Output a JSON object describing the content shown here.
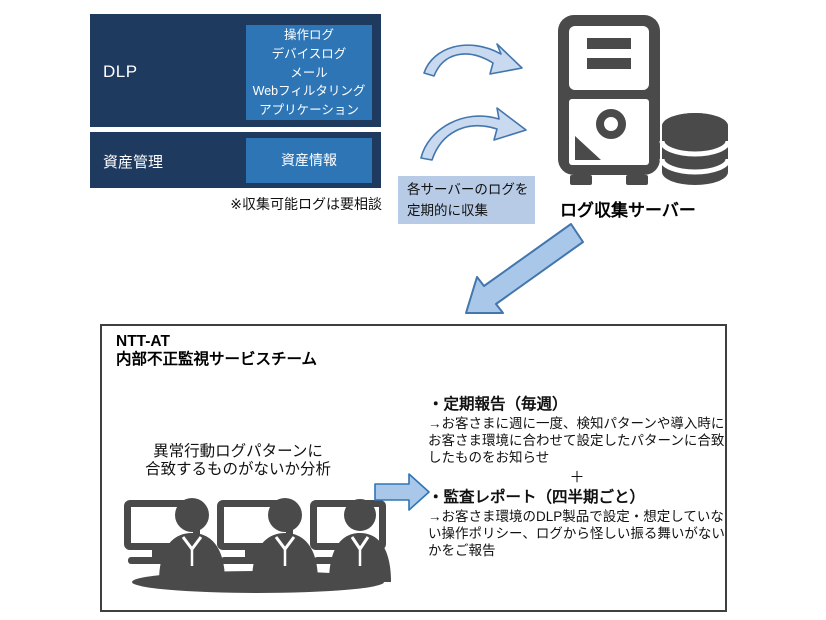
{
  "colors": {
    "navy": "#1f3a5f",
    "accent_blue": "#2e75b6",
    "annotation_bg": "#b7cbe6",
    "arrow_fill": "#c9daf0",
    "arrow_stroke": "#4276ad",
    "block_arrow_fill": "#a9c8e9",
    "icon_gray": "#4a4a4a"
  },
  "dlp": {
    "label": "DLP",
    "logs": [
      "操作ログ",
      "デバイスログ",
      "メール",
      "Webフィルタリング",
      "アプリケーション"
    ]
  },
  "asset": {
    "label": "資産管理",
    "item": "資産情報"
  },
  "note": "※収集可能ログは要相談",
  "collect": {
    "line1": "各サーバーのログを",
    "line2": "定期的に収集"
  },
  "server": {
    "label": "ログ収集サーバー"
  },
  "team": {
    "title1": "NTT-AT",
    "title2": "内部不正監視サービスチーム",
    "analysis1": "異常行動ログパターンに",
    "analysis2": "合致するものがないか分析",
    "report1_title": "・定期報告（毎週）",
    "report1_body": "→お客さまに週に一度、検知パターンや導入時にお客さま環境に合わせて設定したパターンに合致したものをお知らせ",
    "plus": "＋",
    "report2_title": "・監査レポート（四半期ごと）",
    "report2_body": "→お客さま環境のDLP製品で設定・想定していない操作ポリシー、ログから怪しい振る舞いがないかをご報告"
  }
}
